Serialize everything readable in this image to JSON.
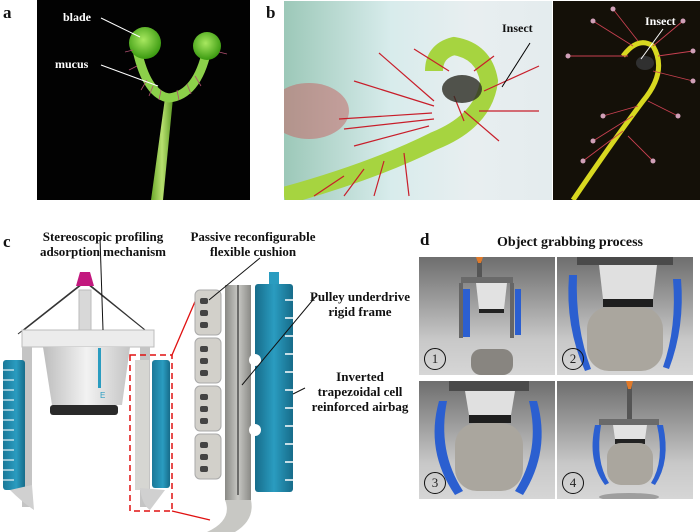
{
  "panels": {
    "a": {
      "letter": "a",
      "labels": {
        "blade": "blade",
        "mucus": "mucus"
      }
    },
    "b": {
      "letter": "b",
      "labels": {
        "insect_left": "Insect",
        "insect_right": "Insect"
      }
    },
    "c": {
      "letter": "c",
      "labels": {
        "stereoscopic": [
          "Stereoscopic profiling",
          "adsorption mechanism"
        ],
        "passive": [
          "Passive reconfigurable",
          "flexible cushion"
        ],
        "pulley": [
          "Pulley underdrive",
          "rigid frame"
        ],
        "inverted": [
          "Inverted",
          "trapezoidal cell",
          "reinforced airbag"
        ]
      },
      "body_mark": "E"
    },
    "d": {
      "letter": "d",
      "title": "Object grabbing process",
      "steps": [
        "1",
        "2",
        "3",
        "4"
      ]
    }
  },
  "colors": {
    "airbag_teal": "#1e86a8",
    "gripper_blue": "#2b5fd0",
    "cushion_gray": "#c8c6c0",
    "frame_gray": "#9a9a96",
    "magenta_tip": "#c2187e",
    "orange_tip": "#e07a2a",
    "callout_red": "#e01010",
    "plant_green": "#7cc23a",
    "tentacle_red": "#c81e2a"
  }
}
